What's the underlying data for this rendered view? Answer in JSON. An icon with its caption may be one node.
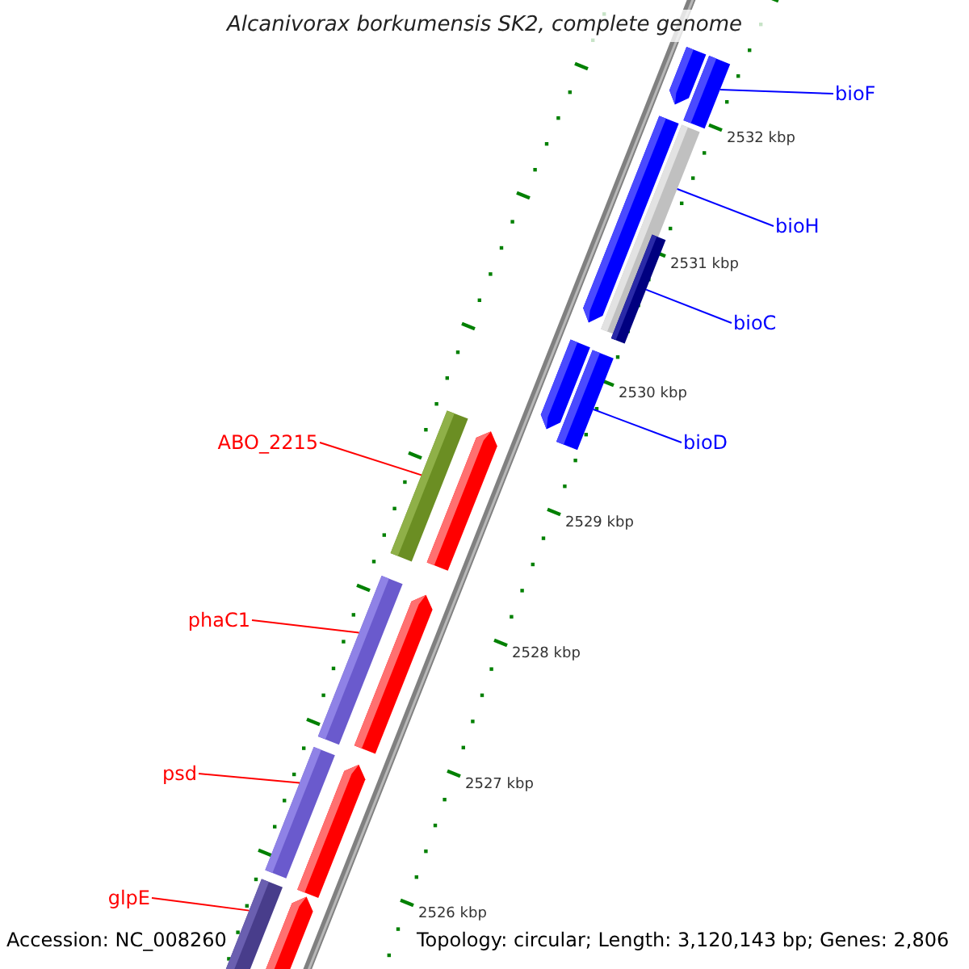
{
  "diagram": {
    "title": "Alcanivorax borkumensis SK2, complete genome",
    "nodes": [
      {
        "text": [
          "bioF"
        ]
      },
      {
        "text": [],
        "shape": "bar"
      },
      {
        "text": [],
        "shape": "bar"
      },
      {
        "text": [
          "bioH"
        ]
      },
      {
        "text": [],
        "shape": "bar"
      },
      {
        "text": [],
        "shape": "bar"
      },
      {
        "text": [
          "bioC"
        ]
      },
      {
        "text": [],
        "shape": "bar"
      },
      {
        "text": [
          "ABO_2215"
        ]
      },
      {
        "text": [],
        "shape": "bar"
      },
      {
        "text": [],
        "shape": "bar"
      },
      {
        "text": [
          "bioD"
        ]
      },
      {
        "text": [],
        "shape": "bar"
      },
      {
        "text": [],
        "shape": "bar"
      },
      {
        "text": [
          "phaC1"
        ]
      },
      {
        "text": [],
        "shape": "bar"
      },
      {
        "text": [],
        "shape": "bar"
      },
      {
        "text": [
          "psd"
        ]
      },
      {
        "text": [],
        "shape": "bar"
      },
      {
        "text": [],
        "shape": "bar"
      },
      {
        "text": [
          "glpE"
        ]
      },
      {
        "text": [],
        "shape": "bar"
      },
      {
        "text": [],
        "shape": "bar"
      }
    ],
    "edges": [
      {
        "from": 0,
        "to": 2,
        "arrow": "none",
        "color": "#0000ff"
      },
      {
        "from": 3,
        "to": 5,
        "arrow": "none",
        "color": "#0000ff"
      },
      {
        "from": 6,
        "to": 7,
        "arrow": "none",
        "color": "#0000ff"
      },
      {
        "from": 8,
        "to": 9,
        "arrow": "none",
        "color": "#ff0000"
      },
      {
        "from": 11,
        "to": 13,
        "arrow": "none",
        "color": "#0000ff"
      },
      {
        "from": 14,
        "to": 15,
        "arrow": "none",
        "color": "#ff0000"
      },
      {
        "from": 17,
        "to": 18,
        "arrow": "none",
        "color": "#ff0000"
      },
      {
        "from": 20,
        "to": 21,
        "arrow": "none",
        "color": "#ff0000"
      }
    ],
    "labels": [
      "2532 kbp",
      "2531 kbp",
      "2530 kbp",
      "2529 kbp",
      "2528 kbp",
      "2527 kbp",
      "2526 kbp",
      "Accession: NC_008260",
      "Topology: circular; Length: 3,120,143 bp; Genes: 2,806"
    ]
  }
}
